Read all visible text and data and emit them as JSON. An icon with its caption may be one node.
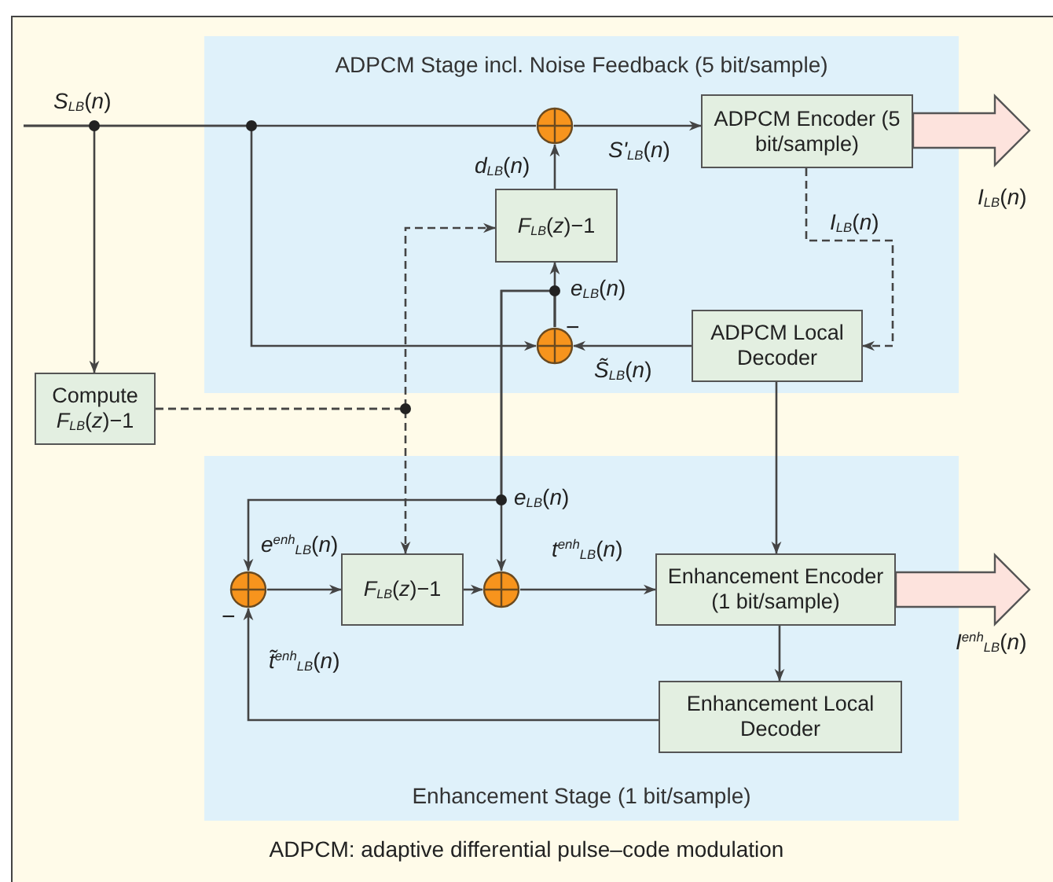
{
  "diagram": {
    "caption": "ADPCM: adaptive differential pulse–code modulation",
    "nodes": [
      {
        "text": [
          "ADPCM Stage incl. Noise Feedback (5 bit/sample)"
        ]
      },
      {
        "text": [
          "Enhancement Stage (1 bit/sample)"
        ]
      },
      {
        "text": [],
        "shape": "circle",
        "in": 0
      },
      {
        "text": [
          "*F*$_{LB}$(*z*)−1"
        ],
        "in": 0
      },
      {
        "text": [
          "ADPCM Encoder (5 bit/sample)"
        ],
        "in": 0
      },
      {
        "text": [],
        "shape": "circle",
        "in": 0
      },
      {
        "text": [
          "ADPCM Local Decoder"
        ],
        "in": 0
      },
      {
        "text": [
          "Compute *F*$_{LB}$(*z*)−1"
        ]
      },
      {
        "text": [],
        "shape": "circle",
        "in": 1
      },
      {
        "text": [
          "*F*$_{LB}$(*z*)−1"
        ],
        "in": 1
      },
      {
        "text": [],
        "shape": "circle",
        "in": 1
      },
      {
        "text": [
          "Enhancement Encoder (1 bit/sample)"
        ],
        "in": 1
      },
      {
        "text": [
          "Enhancement Local Decoder"
        ],
        "in": 1
      }
    ],
    "edges": [
      {
        "from": null,
        "to": 2,
        "arrow": "none",
        "label": "*S*$_{LB}$(*n*)"
      },
      {
        "from": null,
        "to": 7,
        "arrow": "to"
      },
      {
        "from": null,
        "to": 5,
        "arrow": "to"
      },
      {
        "from": 2,
        "to": 4,
        "arrow": "to",
        "label": "*S'*$_{LB}$(*n*)"
      },
      {
        "from": 3,
        "to": 2,
        "arrow": "to",
        "label": "*d*$_{LB}$(*n*)"
      },
      {
        "from": 5,
        "to": 3,
        "arrow": "to",
        "label": "*e*$_{LB}$(*n*)"
      },
      {
        "from": 5,
        "to": 10,
        "arrow": "to",
        "label": "*e*$_{LB}$(*n*)"
      },
      {
        "from": 5,
        "to": 8,
        "arrow": "to"
      },
      {
        "from": 6,
        "to": 5,
        "arrow": "to",
        "label": "*S̃*$_{LB}$(*n*)"
      },
      {
        "from": 4,
        "to": 6,
        "arrow": "to",
        "style": "dashed",
        "label": "*I*$_{LB}$(*n*)"
      },
      {
        "from": 7,
        "to": 3,
        "arrow": "to",
        "style": "dashed"
      },
      {
        "from": 7,
        "to": 9,
        "arrow": "to",
        "style": "dashed"
      },
      {
        "from": 6,
        "to": 11,
        "arrow": "to"
      },
      {
        "from": 8,
        "to": 9,
        "arrow": "to",
        "label": "*e*$^{enh}$$_{LB}$(*n*)"
      },
      {
        "from": 9,
        "to": 10,
        "arrow": "to"
      },
      {
        "from": 10,
        "to": 11,
        "arrow": "to",
        "label": "*t*$^{enh}$$_{LB}$(*n*)"
      },
      {
        "from": 11,
        "to": 12,
        "arrow": "to"
      },
      {
        "from": 12,
        "to": 8,
        "arrow": "to",
        "label": "*t̃*$^{enh}$$_{LB}$(*n*)"
      },
      {
        "from": 4,
        "to": null,
        "arrow": "to",
        "style": "thick",
        "label": "*I*$_{LB}$(*n*)"
      },
      {
        "from": 11,
        "to": null,
        "arrow": "to",
        "style": "thick",
        "label": "*I*$^{enh}$$_{LB}$(*n*)"
      }
    ],
    "labels": [
      "−",
      "−"
    ]
  }
}
